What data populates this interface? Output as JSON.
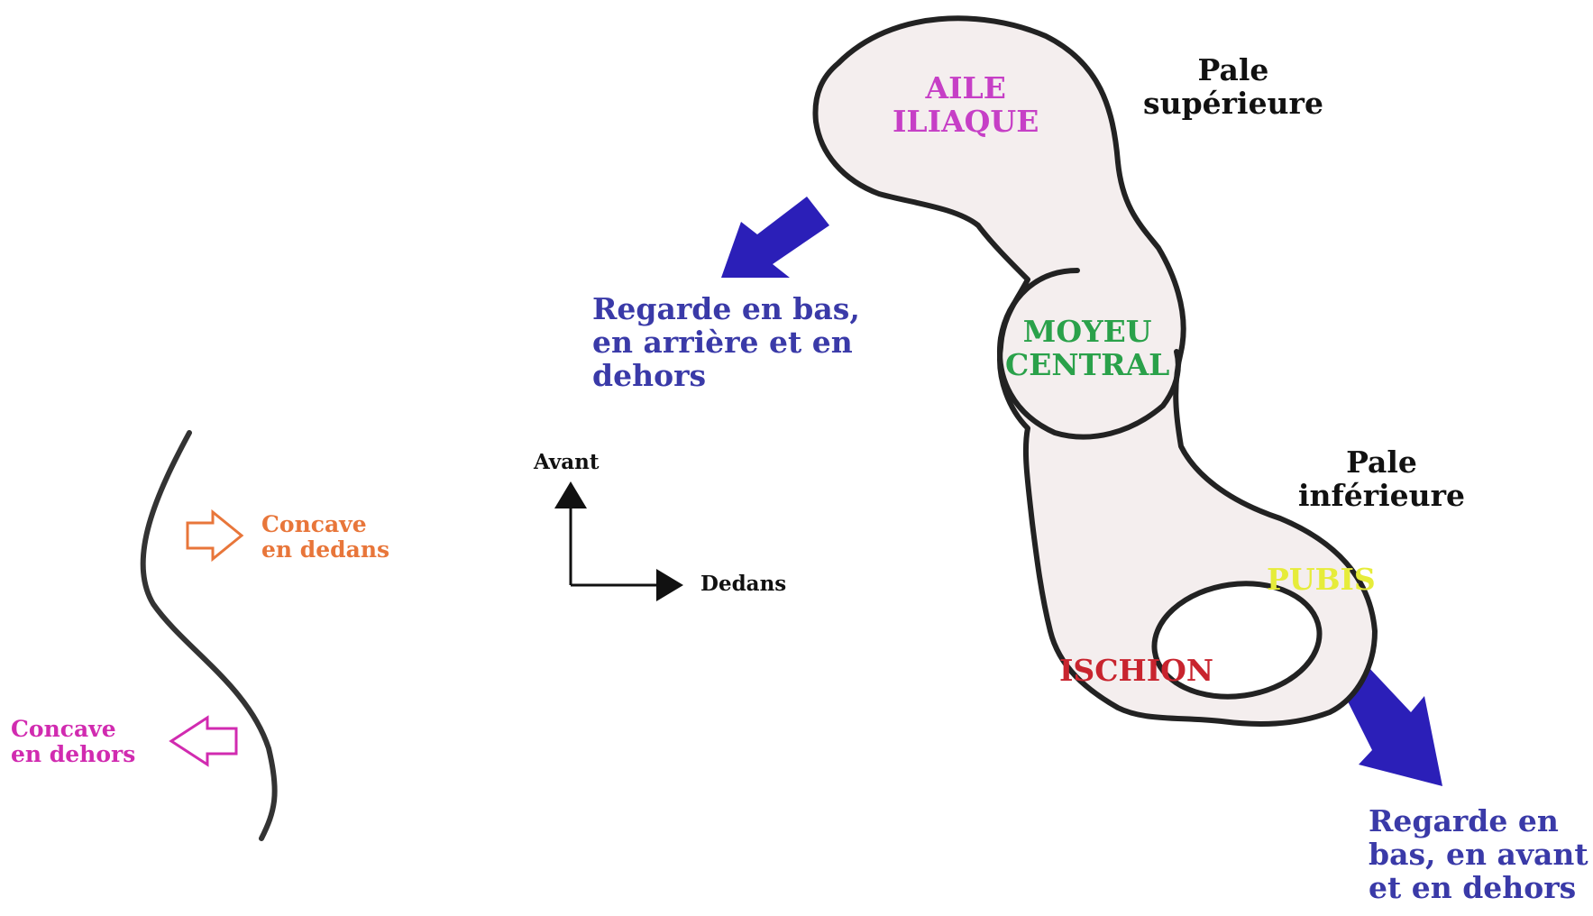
{
  "bone_labels": {
    "aile_iliaque": [
      "AILE",
      "ILIAQUE"
    ],
    "moyeu_central": [
      "MOYEU",
      "CENTRAL"
    ],
    "pubis": "PUBIS",
    "ischion": "ISCHION"
  },
  "pale_superieure": [
    "Pale",
    "supérieure"
  ],
  "pale_inferieure": [
    "Pale",
    "inférieure"
  ],
  "regard_superieur": [
    "Regarde en bas,",
    "en arrière et en",
    "dehors"
  ],
  "regard_inferieur": [
    "Regarde en",
    "bas, en avant",
    "et en dehors"
  ],
  "orientation": {
    "avant": "Avant",
    "dedans": "Dedans"
  },
  "concave_dedans": [
    "Concave",
    "en dedans"
  ],
  "concave_dehors": [
    "Concave",
    "en dehors"
  ],
  "colors": {
    "outline": "#222222",
    "fill": "#f4eeee",
    "aile": "#c63fc6",
    "moyeu": "#2aa14a",
    "pubis": "#e6ec3a",
    "ischion": "#c8242e",
    "arrow_blue": "#2b1fb8",
    "text_blue": "#3a3aa8",
    "orange": "#e8763a",
    "magenta": "#d12bb0",
    "black": "#111111"
  },
  "icons": [
    "blue-arrow-icon",
    "hollow-arrow-icon",
    "axis-arrow-icon"
  ]
}
